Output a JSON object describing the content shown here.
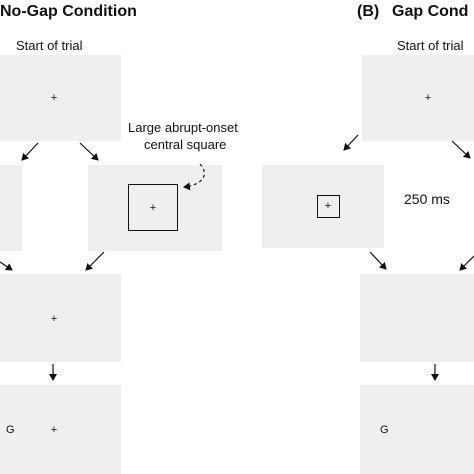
{
  "panel_a": {
    "title": "No-Gap Condition",
    "start_label": "Start of trial",
    "annotation_line1": "Large abrupt-onset",
    "annotation_line2": "central square",
    "fixation": "+",
    "target_letter": "G"
  },
  "panel_b": {
    "marker": "(B)",
    "title": "Gap Cond",
    "start_label": "Start of trial",
    "duration_label": "250 ms",
    "fixation": "+",
    "target_letter": "G"
  },
  "colors": {
    "panel": "#efefef",
    "stroke": "#111111"
  }
}
